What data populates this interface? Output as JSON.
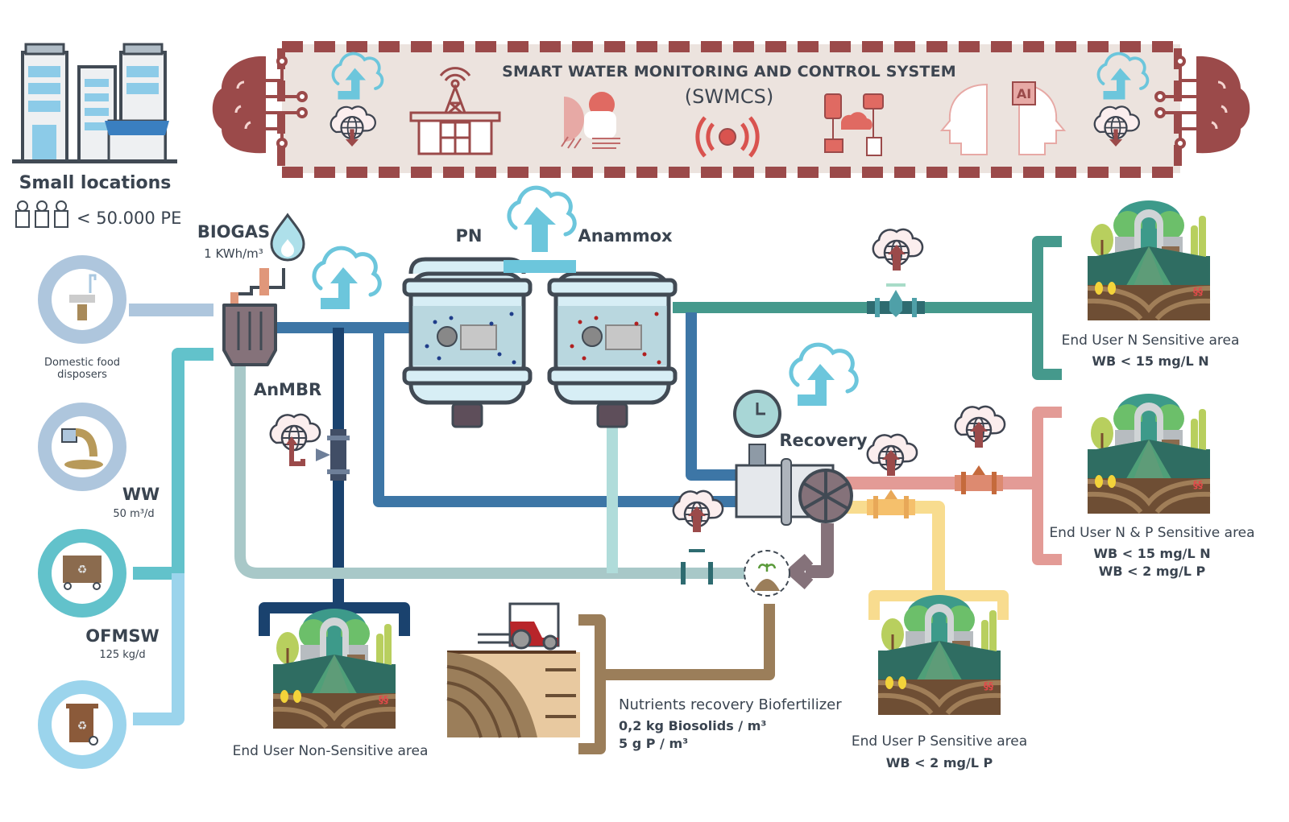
{
  "system": {
    "title": "SMART WATER MONITORING AND CONTROL SYSTEM",
    "acronym": "(SWMCS)",
    "ai_label": "AI"
  },
  "source": {
    "title": "Small locations",
    "population": "< 50.000 PE"
  },
  "inputs": [
    {
      "name": "Domestic food",
      "name2": "disposers",
      "value": ""
    },
    {
      "name": "WW",
      "name2": "",
      "value": "50 m³/d"
    },
    {
      "name": "OFMSW",
      "name2": "",
      "value": "125 kg/d"
    },
    {
      "name": "",
      "name2": "",
      "value": ""
    }
  ],
  "process": {
    "biogas_label": "BIOGAS",
    "biogas_value": "1 KWh/m³",
    "anmbr_label": "AnMBR",
    "pn_label": "PN",
    "anammox_label": "Anammox",
    "recovery_label": "Recovery"
  },
  "end_users": [
    {
      "name": "End User N Sensitive area",
      "limits": [
        "WB < 15 mg/L N"
      ]
    },
    {
      "name": "End User N & P Sensitive area",
      "limits": [
        "WB < 15 mg/L N",
        "WB < 2 mg/L P"
      ]
    },
    {
      "name": "End User P Sensitive area",
      "limits": [
        "WB < 2 mg/L P"
      ]
    },
    {
      "name": "End User Non-Sensitive area",
      "limits": []
    }
  ],
  "biofertilizer": {
    "title": "Nutrients recovery Biofertilizer",
    "lines": [
      "0,2 kg Biosolids / m³",
      "5 g P / m³"
    ]
  },
  "colors": {
    "brand_red": "#9b4a4a",
    "panel_bg": "#ece3de",
    "cloud_blue": "#6cc6dc",
    "pipe_teal": "#45998c",
    "pipe_pink": "#e39b96",
    "pipe_yellow": "#f8dc8f",
    "pipe_blue": "#3d76a6",
    "pipe_navy": "#1a426e",
    "pipe_pale": "#a8c8c8",
    "pipe_brown": "#9b7e5a"
  }
}
